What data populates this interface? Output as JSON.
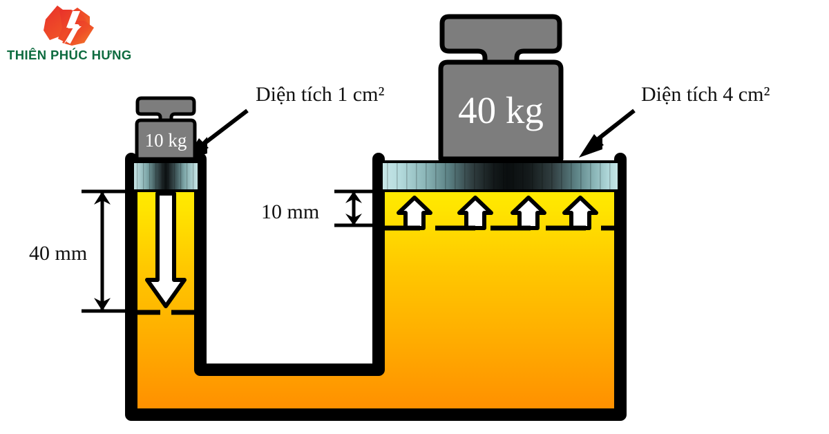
{
  "logo": {
    "name": "thien-phuc-hung-logo",
    "text": "THIÊN PHÚC HƯNG",
    "text_color": "#0d6b3f",
    "mark_color_start": "#e8302a",
    "mark_color_end": "#f2722b",
    "mark_slash_color": "#ffffff"
  },
  "labels": {
    "left_area": "Diện tích 1 cm²",
    "right_area": "Diện tích 4 cm²",
    "left_depth": "40 mm",
    "right_depth": "10 mm"
  },
  "weights": {
    "small": "10 kg",
    "large": "40 kg",
    "body_color": "#7d7d7d",
    "outline_color": "#000000",
    "text_color": "#ffffff"
  },
  "colors": {
    "liquid_top": "#ffee00",
    "liquid_bottom": "#ff9000",
    "vessel_outline": "#000000",
    "piston_light": "#bfe3e4",
    "piston_dark": "#10181a",
    "arrow_fill": "#ffffff",
    "arrow_outline": "#000000",
    "background": "#ffffff",
    "dimension_line": "#000000",
    "pointer_arrow": "#000000"
  },
  "force_arrows": {
    "left_direction": "down",
    "left_count": 1,
    "right_direction": "up",
    "right_count": 4
  },
  "level_markers": {
    "left_dashed_level": "original-liquid-level-left",
    "right_dashed_level": "original-liquid-level-right"
  }
}
